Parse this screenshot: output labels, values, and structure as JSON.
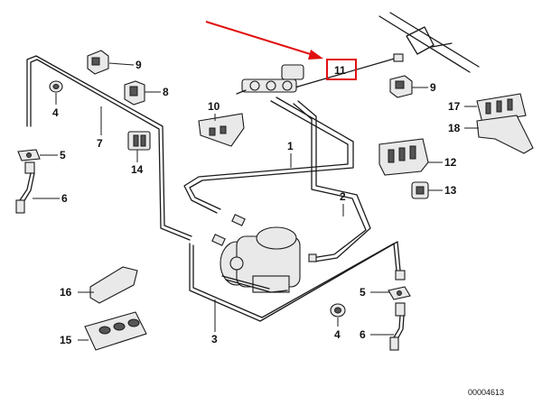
{
  "labels": {
    "p1": "1",
    "p2": "2",
    "p3": "3",
    "p4a": "4",
    "p4b": "4",
    "p5a": "5",
    "p5b": "5",
    "p6a": "6",
    "p6b": "6",
    "p7": "7",
    "p8": "8",
    "p9a": "9",
    "p9b": "9",
    "p10": "10",
    "p11": "11",
    "p12": "12",
    "p13": "13",
    "p14": "14",
    "p15": "15",
    "p16": "16",
    "p17": "17",
    "p18": "18"
  },
  "diagram_code": "00004613",
  "colors": {
    "highlight": "#e01010",
    "line": "#1a1a1a"
  }
}
